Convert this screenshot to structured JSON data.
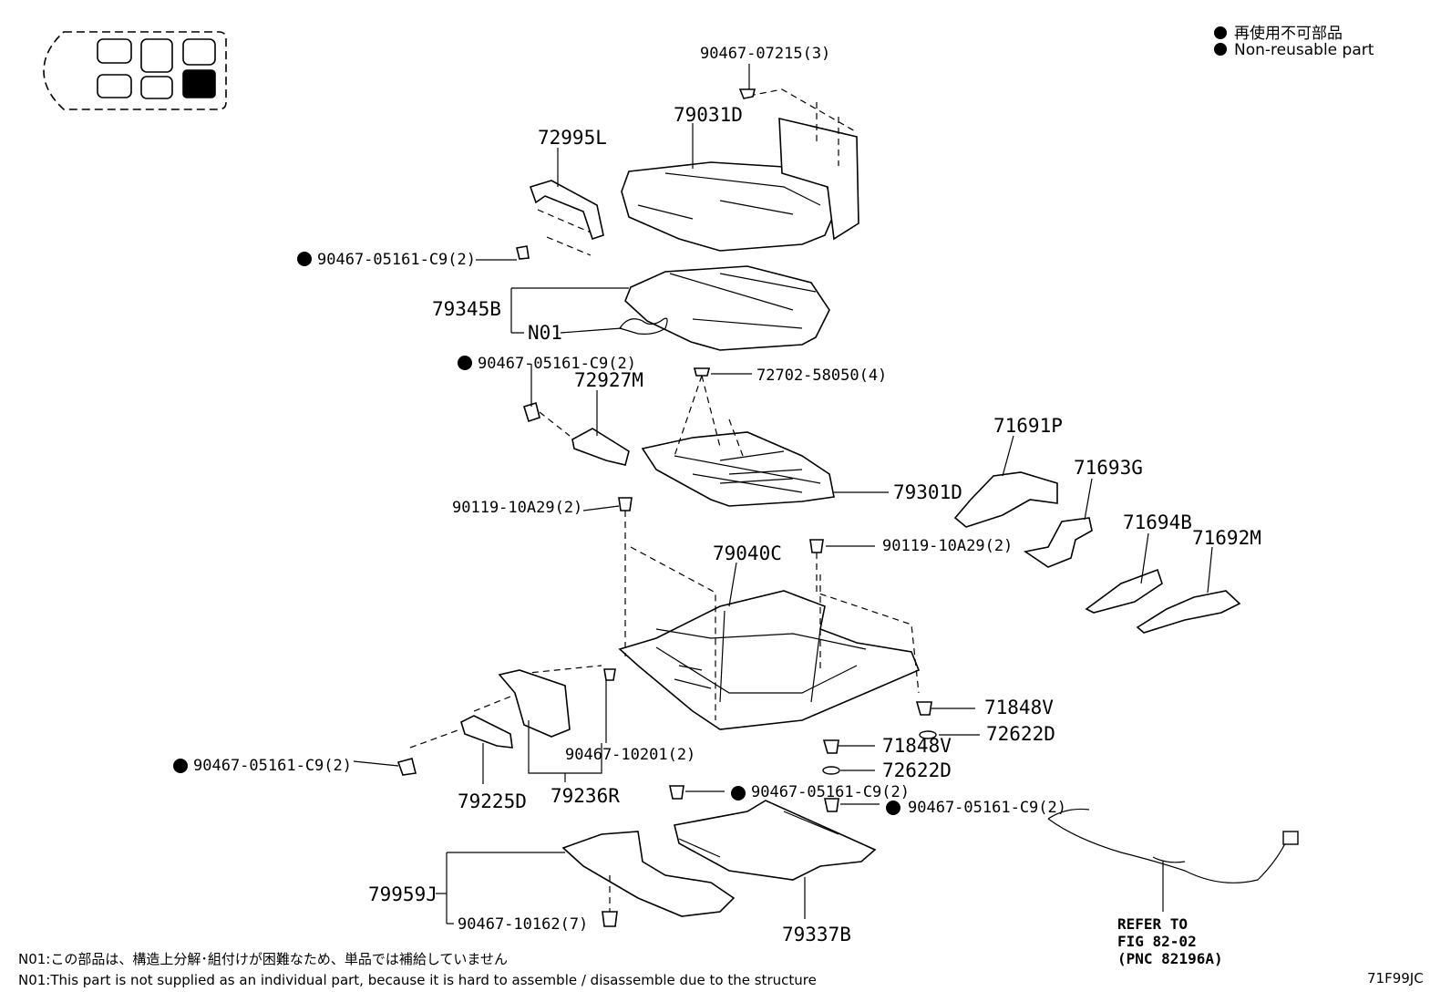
{
  "legend": {
    "jp": "再使用不可部品",
    "en": "Non-reusable part"
  },
  "labels": {
    "p90467_07215": "90467-07215(3)",
    "p79031D": "79031D",
    "p72995L": "72995L",
    "p90467_05161_a": "90467-05161-C9(2)",
    "p79345B": "79345B",
    "pN01": "N01",
    "p90467_05161_b": "90467-05161-C9(2)",
    "p72927M": "72927M",
    "p72702_58050": "72702-58050(4)",
    "p79301D": "79301D",
    "p71691P": "71691P",
    "p71693G": "71693G",
    "p71694B": "71694B",
    "p71692M": "71692M",
    "p90119_10A29_a": "90119-10A29(2)",
    "p90119_10A29_b": "90119-10A29(2)",
    "p79040C": "79040C",
    "p71848V_a": "71848V",
    "p72622D_a": "72622D",
    "p71848V_b": "71848V",
    "p72622D_b": "72622D",
    "p90467_05161_c": "90467-05161-C9(2)",
    "p90467_10201": "90467-10201(2)",
    "p90467_05161_d": "90467-05161-C9(2)",
    "p90467_05161_e": "90467-05161-C9(2)",
    "p79225D": "79225D",
    "p79236R": "79236R",
    "p79959J": "79959J",
    "p90467_10162": "90467-10162(7)",
    "p79337B": "79337B"
  },
  "refer": {
    "line1": "REFER TO",
    "line2": "FIG 82-02",
    "line3": "(PNC 82196A)"
  },
  "notes": {
    "jp": "N01:この部品は、構造上分解･組付けが困難なため、単品では補給していません",
    "en": "N01:This part is not supplied as an individual part, because it is hard to assemble / disassemble due to the structure"
  },
  "figure_code": "71F99JC"
}
